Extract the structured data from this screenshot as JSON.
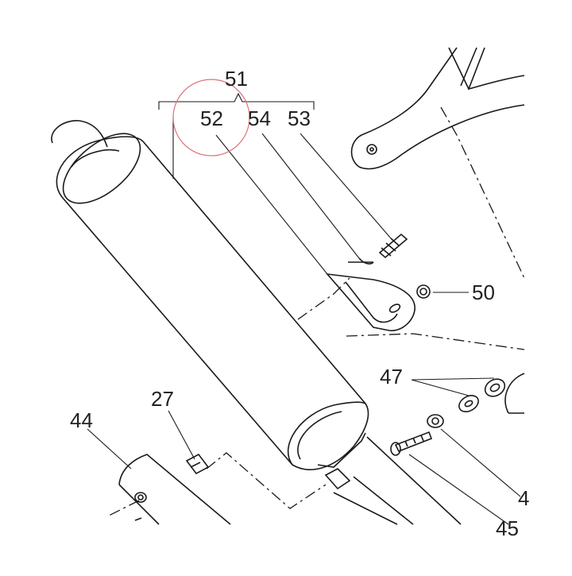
{
  "callouts": {
    "assembly": "51",
    "muffler": "52",
    "washer": "54",
    "screw": "53",
    "nut": "50",
    "spacers": "47",
    "clip": "27",
    "heat_shield": "44",
    "bolt": "45",
    "partial": "4"
  },
  "colors": {
    "line": "#1a1a1a",
    "highlight_circle": "#d9707a",
    "background": "#ffffff"
  }
}
